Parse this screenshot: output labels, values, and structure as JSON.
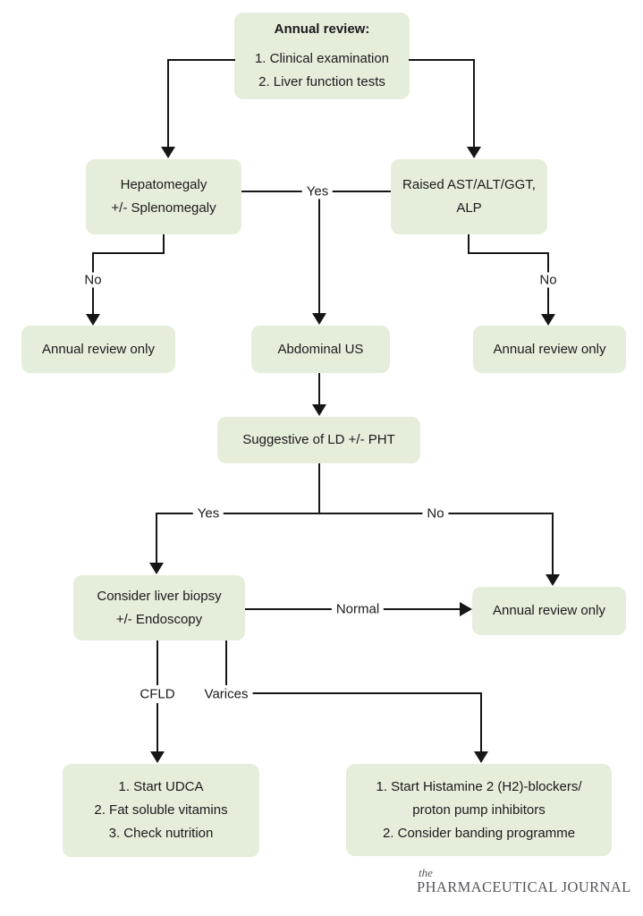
{
  "nodes": {
    "annual_review": {
      "title": "Annual review:",
      "items": [
        "1. Clinical examination",
        "2. Liver function tests"
      ]
    },
    "hepatomegaly": {
      "lines": [
        "Hepatomegaly",
        "+/- Splenomegaly"
      ]
    },
    "raised_lfts": {
      "lines": [
        "Raised AST/ALT/GGT,",
        "ALP"
      ]
    },
    "annual_review_only_left": {
      "label": "Annual review only"
    },
    "abdominal_us": {
      "label": "Abdominal US"
    },
    "annual_review_only_right": {
      "label": "Annual review only"
    },
    "suggestive_ld_pht": {
      "label": "Suggestive of LD +/- PHT"
    },
    "consider_liver_biopsy": {
      "lines": [
        "Consider liver biopsy",
        "+/- Endoscopy"
      ]
    },
    "annual_review_only_mid": {
      "label": "Annual review only"
    },
    "cfld_plan": {
      "items": [
        "1. Start UDCA",
        "2. Fat soluble vitamins",
        "3. Check nutrition"
      ]
    },
    "varices_plan": {
      "items": [
        "1. Start Histamine 2 (H2)-blockers/",
        "proton pump inhibitors",
        "2. Consider banding programme"
      ]
    }
  },
  "edge_labels": {
    "yes_top": "Yes",
    "no_left": "No",
    "no_right": "No",
    "yes_branch": "Yes",
    "no_branch": "No",
    "normal": "Normal",
    "cfld": "CFLD",
    "varices": "Varices"
  },
  "logo": {
    "prefix": "the",
    "name": "PHARMACEUTICAL JOURNAL"
  },
  "colors": {
    "node_fill": "#e5eddb",
    "line": "#161616",
    "text": "#1b1b1b",
    "logo": "#54565b"
  }
}
